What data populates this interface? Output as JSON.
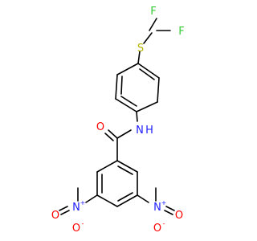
{
  "molecule": {
    "colors": {
      "carbon_bond": "#000000",
      "fluorine": "#33cc33",
      "sulfur": "#b3b300",
      "nitrogen": "#2020ff",
      "oxygen": "#ff0000"
    },
    "atoms": {
      "f1": "F",
      "f2": "F",
      "s": "S",
      "nh": "N",
      "h": "H",
      "o_amide": "O",
      "n_left": "N",
      "n_left_plus": "+",
      "o_left_single": "O",
      "o_left_minus": "-",
      "o_left_double": "O",
      "n_right": "N",
      "n_right_plus": "+",
      "o_right_single": "O",
      "o_right_minus": "-",
      "o_right_double": "O"
    }
  }
}
